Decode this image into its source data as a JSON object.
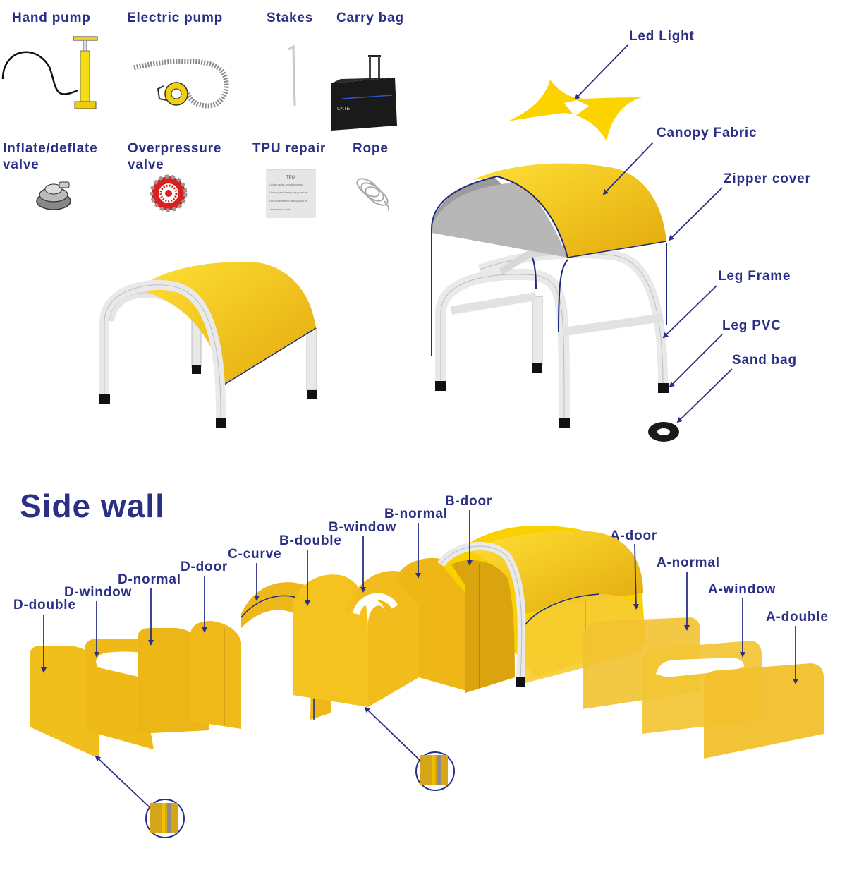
{
  "accessories": {
    "hand_pump": "Hand pump",
    "electric_pump": "Electric pump",
    "stakes": "Stakes",
    "carry_bag": "Carry bag",
    "inflate_valve": "Inflate/deflate valve",
    "overpressure_valve": "Overpressure valve",
    "tpu_repair": "TPU repair",
    "rope": "Rope",
    "tpu_card": {
      "title": "TPU",
      "line1": "1.Clean repair area thoroughly.",
      "line2": "2.Press patch firmly over puncture.",
      "line3": "3.Do not inflate for four(4)hours to",
      "line4": "allow repair to set."
    },
    "bag_logo": "CATE"
  },
  "parts": {
    "led_light": "Led Light",
    "canopy_fabric": "Canopy Fabric",
    "zipper_cover": "Zipper cover",
    "leg_frame": "Leg Frame",
    "leg_pvc": "Leg PVC",
    "sand_bag": "Sand bag"
  },
  "side_wall": {
    "title": "Side wall",
    "labels": {
      "d_double": "D-double",
      "d_window": "D-window",
      "d_normal": "D-normal",
      "d_door": "D-door",
      "c_curve": "C-curve",
      "b_double": "B-double",
      "b_window": "B-window",
      "b_normal": "B-normal",
      "b_door": "B-door",
      "a_door": "A-door",
      "a_normal": "A-normal",
      "a_window": "A-window",
      "a_double": "A-double"
    }
  },
  "colors": {
    "label": "#2b2f86",
    "fabric": "#f2c21a",
    "frame": "#e6e6e6",
    "arrow": "#2b2f86"
  }
}
